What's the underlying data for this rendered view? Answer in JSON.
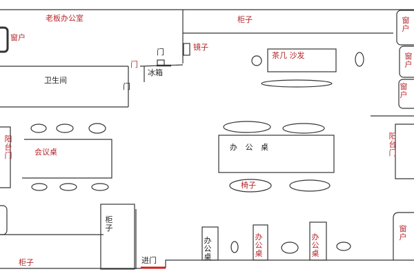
{
  "colors": {
    "label_red": "#b5262b",
    "label_black": "#222222",
    "wall": "#333333",
    "entrance": "#d11b1b"
  },
  "labels": {
    "boss_office": "老板办公室",
    "window": "窗户",
    "mirror": "镜子",
    "door": "门",
    "fridge": "冰箱",
    "bathroom": "卫生间",
    "cabinet": "柜子",
    "tea_sofa": "茶几 沙发",
    "balcony_door": "阳台门",
    "meeting_table": "会议桌",
    "office_desk": "办 公 桌",
    "chair": "椅子",
    "desk": "办公桌",
    "entrance": "进门"
  }
}
